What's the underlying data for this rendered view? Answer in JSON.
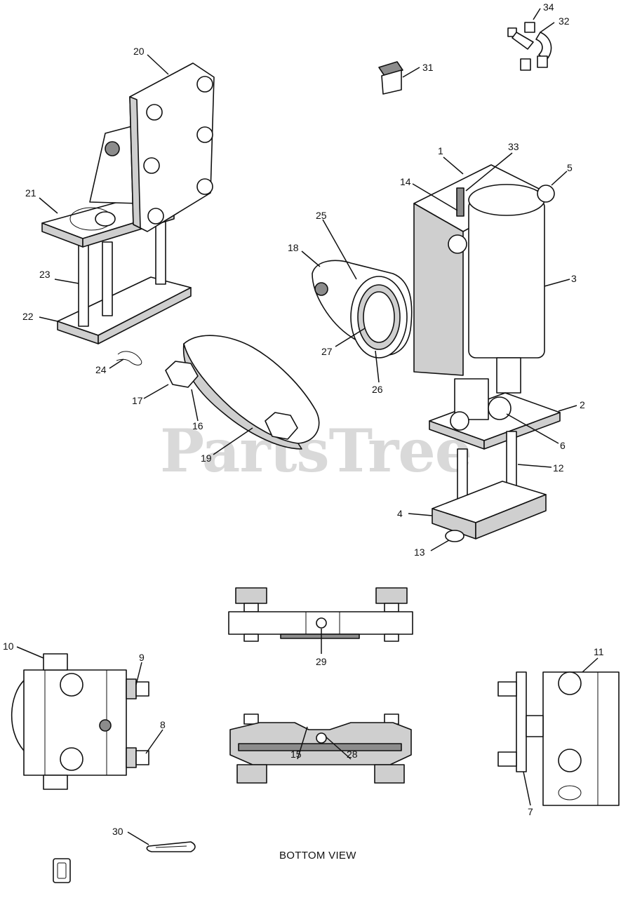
{
  "watermark": "PartsTree",
  "caption": "BOTTOM VIEW",
  "callouts": [
    {
      "id": "c1",
      "text": "1"
    },
    {
      "id": "c2",
      "text": "2"
    },
    {
      "id": "c3",
      "text": "3"
    },
    {
      "id": "c4",
      "text": "4"
    },
    {
      "id": "c5",
      "text": "5"
    },
    {
      "id": "c6",
      "text": "6"
    },
    {
      "id": "c7",
      "text": "7"
    },
    {
      "id": "c8",
      "text": "8"
    },
    {
      "id": "c9",
      "text": "9"
    },
    {
      "id": "c10",
      "text": "10"
    },
    {
      "id": "c11",
      "text": "11"
    },
    {
      "id": "c12",
      "text": "12"
    },
    {
      "id": "c13",
      "text": "13"
    },
    {
      "id": "c14",
      "text": "14"
    },
    {
      "id": "c15",
      "text": "15"
    },
    {
      "id": "c16",
      "text": "16"
    },
    {
      "id": "c17",
      "text": "17"
    },
    {
      "id": "c18",
      "text": "18"
    },
    {
      "id": "c19",
      "text": "19"
    },
    {
      "id": "c20",
      "text": "20"
    },
    {
      "id": "c21",
      "text": "21"
    },
    {
      "id": "c22",
      "text": "22"
    },
    {
      "id": "c23",
      "text": "23"
    },
    {
      "id": "c24",
      "text": "24"
    },
    {
      "id": "c25",
      "text": "25"
    },
    {
      "id": "c26",
      "text": "26"
    },
    {
      "id": "c27",
      "text": "27"
    },
    {
      "id": "c28",
      "text": "28"
    },
    {
      "id": "c29",
      "text": "29"
    },
    {
      "id": "c30",
      "text": "30"
    },
    {
      "id": "c31",
      "text": "31"
    },
    {
      "id": "c32",
      "text": "32"
    },
    {
      "id": "c33",
      "text": "33"
    },
    {
      "id": "c34",
      "text": "34"
    }
  ]
}
